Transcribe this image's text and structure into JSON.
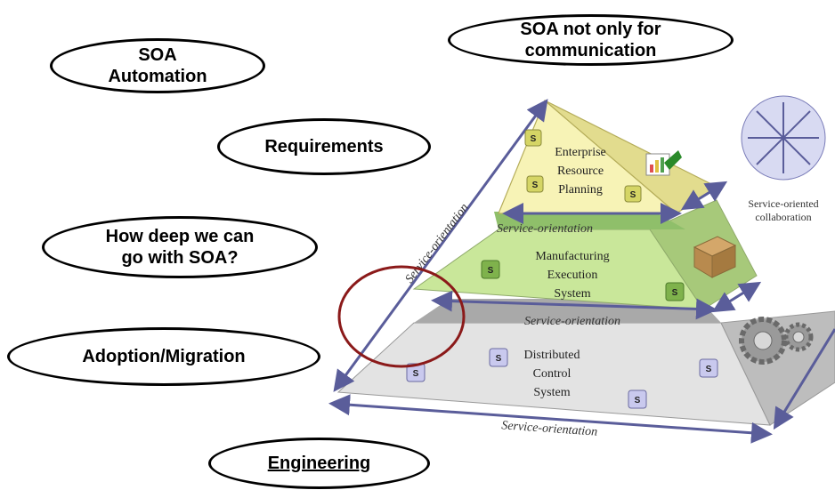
{
  "callouts": {
    "soa_automation": "SOA\nAutomation",
    "soa_communication": "SOA not only for\ncommunication",
    "requirements": "Requirements",
    "how_deep": "How deep we can\ngo with SOA?",
    "adoption": "Adoption/Migration",
    "engineering": "Engineering"
  },
  "pyramid": {
    "erp": {
      "l1": "Enterprise",
      "l2": "Resource",
      "l3": "Planning"
    },
    "mes": {
      "l1": "Manufacturing",
      "l2": "Execution",
      "l3": "System"
    },
    "dcs": {
      "l1": "Distributed",
      "l2": "Control",
      "l3": "System"
    },
    "service_orientation": "Service-orientation",
    "cube_letter": "S",
    "collab_line1": "Service-oriented",
    "collab_line2": "collaboration"
  },
  "colors": {
    "erp_fill": "#f7f3b6",
    "mes_fill": "#c9e79a",
    "dcs_fill": "#e2e2e2",
    "band_green": "#8fbf6a",
    "band_gray": "#a8a8a8",
    "arrow": "#5a5d9a",
    "highlight_circle": "#8b1a1a"
  }
}
